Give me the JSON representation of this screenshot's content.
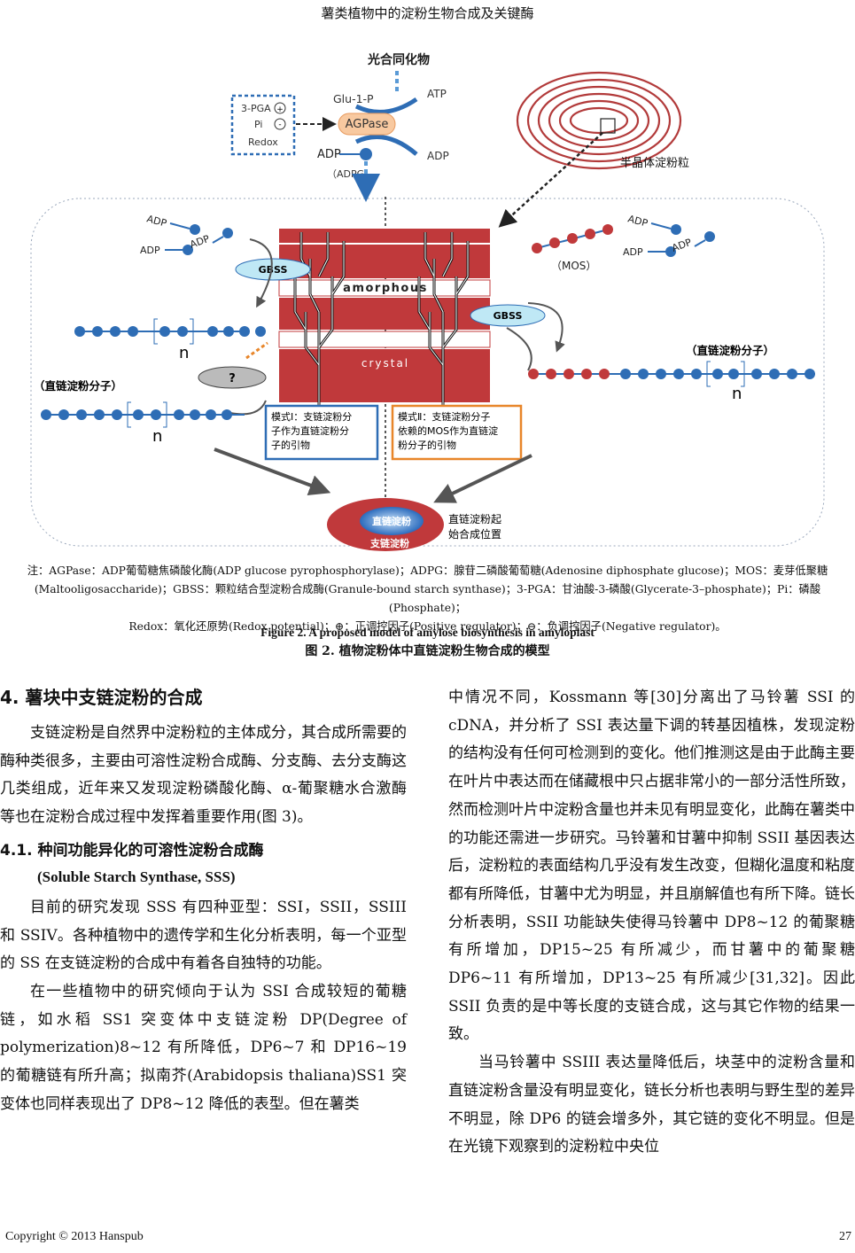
{
  "running_head": "薯类植物中的淀粉生物合成及关键酶",
  "figure": {
    "photo": "光合同化物",
    "glu1p": "Glu-1-P",
    "atp": "ATP",
    "agpase": "AGPase",
    "adp": "ADP",
    "adpg": "（ADPG）",
    "pga": "3-PGA",
    "pi": "Pi",
    "redox": "Redox",
    "semi": "半晶体淀粉粒",
    "gbss": "GBSS",
    "mos": "（MOS）",
    "amorphous": "amorphous",
    "crystal": "crystal",
    "n": "n",
    "amylose_right": "（直链淀粉分子）",
    "amylose_left": "（直链淀粉分子）",
    "q": "?",
    "mode1_1": "模式Ⅰ：支链淀粉分",
    "mode1_2": "子作为直链淀粉分",
    "mode1_3": "子的引物",
    "mode2_1": "模式Ⅱ：支链淀粉分子",
    "mode2_2": "依赖的MOS作为直链淀",
    "mode2_3": "粉分子的引物",
    "oval_amylose": "直链淀粉",
    "oval_amylopectin": "支链淀粉",
    "start_1": "直链淀粉起",
    "start_2": "始合成位置",
    "colors": {
      "blue": "#2e6db5",
      "red": "#c0393b",
      "orange": "#e8862a",
      "cyan": "#bfe8f5"
    }
  },
  "note": [
    "注：AGPase：ADP葡萄糖焦磷酸化酶(ADP glucose pyrophosphorylase)；ADPG：腺苷二磷酸葡萄糖(Adenosine diphosphate glucose)；MOS：麦芽低聚糖",
    "(Maltooligosaccharide)；GBSS：颗粒结合型淀粉合成酶(Granule-bound starch synthase)；3-PGA：甘油酸-3-磷酸(Glycerate-3–phosphate)；Pi：磷酸(Phosphate)；",
    "Redox：氧化还原势(Redox potential)；⊕：正调控因子(Positive regulator)；⊖：负调控因子(Negative regulator)。"
  ],
  "caption_en": "Figure 2. A proposed model of amylose biosynthesis in amyloplast",
  "caption_zh": "图 2.  植物淀粉体中直链淀粉生物合成的模型",
  "section_title": "4.  薯块中支链淀粉的合成",
  "left_p1": "支链淀粉是自然界中淀粉粒的主体成分，其合成所需要的酶种类很多，主要由可溶性淀粉合成酶、分支酶、去分支酶这几类组成，近年来又发现淀粉磷酸化酶、α-葡聚糖水合激酶等也在淀粉合成过程中发挥着重要作用(图 3)。",
  "subsection_zh": "4.1.  种间功能异化的可溶性淀粉合成酶",
  "subsection_en": "(Soluble Starch Synthase, SSS)",
  "left_p2": "目前的研究发现 SSS 有四种亚型：SSI，SSII，SSIII 和 SSIV。各种植物中的遗传学和生化分析表明，每一个亚型的 SS 在支链淀粉的合成中有着各自独特的功能。",
  "left_p3": "在一些植物中的研究倾向于认为 SSI 合成较短的葡糖链，如水稻 SS1 突变体中支链淀粉 DP(Degree of polymerization)8~12 有所降低，DP6~7 和 DP16~19 的葡糖链有所升高；拟南芥(Arabidopsis thaliana)SS1 突变体也同样表现出了 DP8~12 降低的表型。但在薯类",
  "right_p1": "中情况不同，Kossmann 等[30]分离出了马铃薯 SSI 的 cDNA，并分析了 SSI 表达量下调的转基因植株，发现淀粉的结构没有任何可检测到的变化。他们推测这是由于此酶主要在叶片中表达而在储藏根中只占据非常小的一部分活性所致，然而检测叶片中淀粉含量也并未见有明显变化，此酶在薯类中的功能还需进一步研究。马铃薯和甘薯中抑制 SSII 基因表达后，淀粉粒的表面结构几乎没有发生改变，但糊化温度和粘度都有所降低，甘薯中尤为明显，并且崩解值也有所下降。链长分析表明，SSII 功能缺失使得马铃薯中 DP8~12 的葡聚糖有所增加，DP15~25 有所减少，而甘薯中的葡聚糖 DP6~11 有所增加，DP13~25 有所减少[31,32]。因此 SSII 负责的是中等长度的支链合成，这与其它作物的结果一致。",
  "right_p2": "当马铃薯中 SSIII 表达量降低后，块茎中的淀粉含量和直链淀粉含量没有明显变化，链长分析也表明与野生型的差异不明显，除 DP6 的链会增多外，其它链的变化不明显。但是在光镜下观察到的淀粉粒中央位",
  "footer_left": "Copyright © 2013 Hanspub",
  "footer_right": "27"
}
